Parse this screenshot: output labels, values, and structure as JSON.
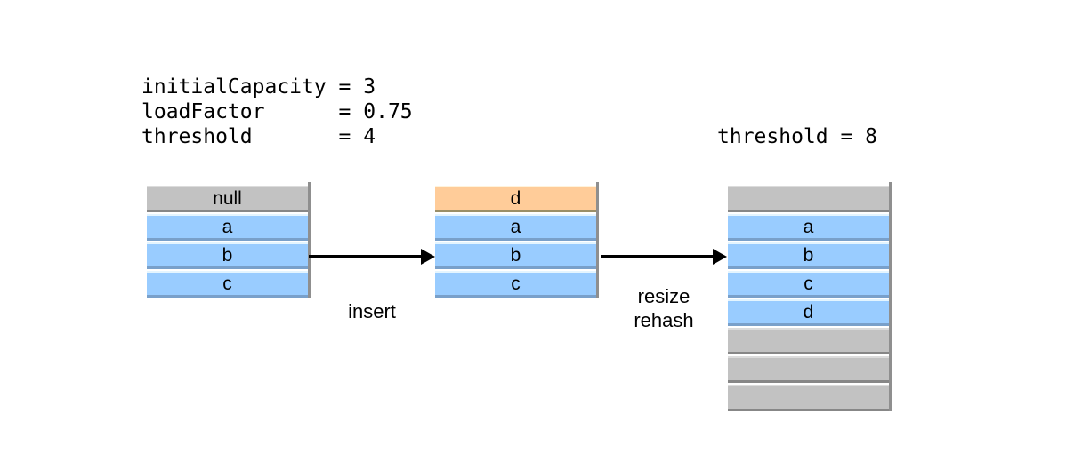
{
  "params": {
    "left_block": "initialCapacity = 3\nloadFactor      = 0.75\nthreshold       = 4",
    "right_text": "threshold = 8"
  },
  "arrows": [
    {
      "name": "insert-arrow",
      "label": "insert"
    },
    {
      "name": "resize-rehash-arrow",
      "label_line1": "resize",
      "label_line2": "rehash"
    }
  ],
  "tables": {
    "before": {
      "cells": [
        {
          "text": "null",
          "type": "gray"
        },
        {
          "text": "a",
          "type": "blue"
        },
        {
          "text": "b",
          "type": "blue"
        },
        {
          "text": "c",
          "type": "blue"
        }
      ]
    },
    "after_insert": {
      "cells": [
        {
          "text": "d",
          "type": "orange"
        },
        {
          "text": "a",
          "type": "blue"
        },
        {
          "text": "b",
          "type": "blue"
        },
        {
          "text": "c",
          "type": "blue"
        }
      ]
    },
    "after_resize": {
      "cells": [
        {
          "text": "",
          "type": "gray"
        },
        {
          "text": "a",
          "type": "blue"
        },
        {
          "text": "b",
          "type": "blue"
        },
        {
          "text": "c",
          "type": "blue"
        },
        {
          "text": "d",
          "type": "blue"
        },
        {
          "text": "",
          "type": "gray"
        },
        {
          "text": "",
          "type": "gray"
        },
        {
          "text": "",
          "type": "gray"
        }
      ]
    }
  },
  "colors": {
    "cell_blue": "#99ccff",
    "cell_gray": "#c2c2c2",
    "cell_orange": "#ffcc99",
    "arrow": "#000000",
    "background": "#ffffff"
  }
}
